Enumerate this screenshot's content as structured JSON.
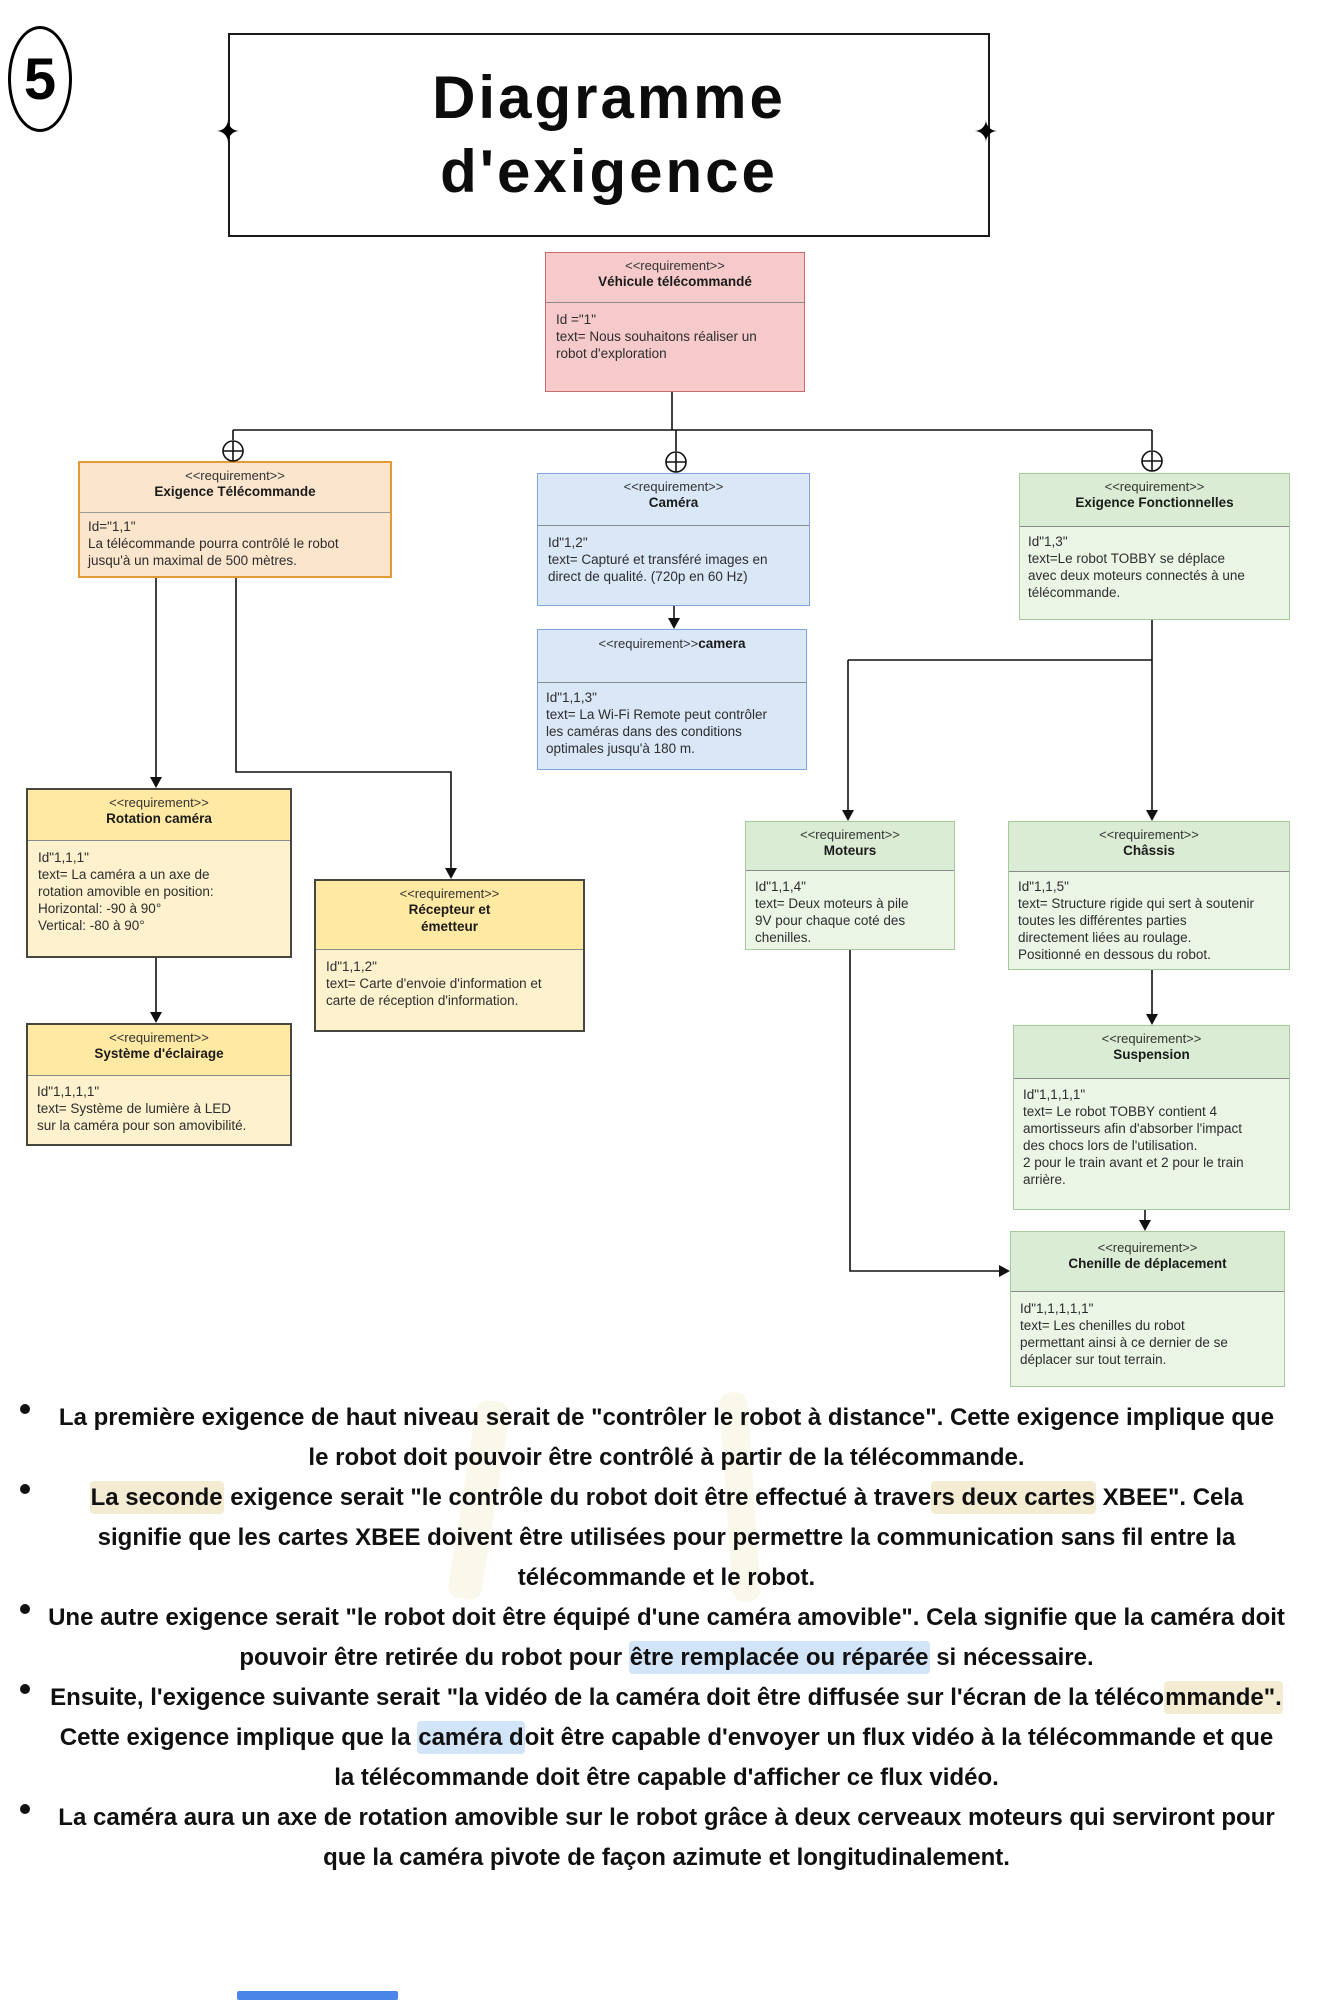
{
  "page": {
    "number_badge": "5",
    "title_line1": "Diagramme",
    "title_line2": "d'exigence"
  },
  "colors": {
    "pink_fill": "#f6caca",
    "pink_border": "#c96b6b",
    "orange_fill": "#fce5cd",
    "orange_border": "#e59a38",
    "blue_fill": "#d9e7f7",
    "blue_border": "#7ea6d8",
    "green_header_fill": "#daecd4",
    "green_body_fill": "#eaf5e6",
    "green_border": "#a6c99a",
    "yellow_header_fill": "#ffe9a3",
    "yellow_body_fill": "#fdf2cd",
    "yellow_border": "#474740",
    "highlight_cream": "#f3ecd2",
    "highlight_blue": "#d2e4f8",
    "blue_mark": "#4a86e8"
  },
  "nodes": {
    "vehicule": {
      "stereotype": "<<requirement>>",
      "name": "Véhicule télécommandé",
      "body": "Id =\"1\"\ntext= Nous souhaitons réaliser un\nrobot d'exploration"
    },
    "telecommande": {
      "stereotype": "<<requirement>>",
      "name": "Exigence Télécommande",
      "body": "Id=\"1,1\"\nLa télécommande pourra contrôlé le robot\njusqu'à un maximal de 500 mètres."
    },
    "camera1": {
      "stereotype": "<<requirement>>",
      "name": "Caméra",
      "body": "Id\"1,2\"\ntext= Capturé et transféré images en\ndirect de qualité. (720p en 60 Hz)"
    },
    "fonctionnelles": {
      "stereotype": "<<requirement>>",
      "name": "Exigence Fonctionnelles",
      "body": "Id\"1,3\"\ntext=Le robot TOBBY se déplace\navec deux moteurs connectés à une\ntélécommande."
    },
    "camera2": {
      "stereotype": "<<requirement>>",
      "name": "camera",
      "body": "Id\"1,1,3\"\ntext= La Wi-Fi Remote peut contrôler\nles caméras dans des conditions\noptimales jusqu'à 180 m."
    },
    "rotation": {
      "stereotype": "<<requirement>>",
      "name": "Rotation caméra",
      "body": "Id\"1,1,1\"\ntext= La caméra a un axe de\nrotation amovible en position:\nHorizontal: -90 à 90°\nVertical: -80 à 90°"
    },
    "recepteur": {
      "stereotype": "<<requirement>>",
      "name": "Récepteur et\német­teur",
      "body": "Id\"1,1,2\"\ntext= Carte d'envoie d'information et\ncarte de réception d'information."
    },
    "eclairage": {
      "stereotype": "<<requirement>>",
      "name": "Système d'éclairage",
      "body": "Id\"1,1,1,1\"\ntext= Système de lumière à LED\nsur la caméra pour son amovibilité."
    },
    "moteurs": {
      "stereotype": "<<requirement>>",
      "name": "Moteurs",
      "body": "Id\"1,1,4\"\ntext= Deux moteurs à pile\n9V pour chaque coté des\nchenilles."
    },
    "chassis": {
      "stereotype": "<<requirement>>",
      "name": "Châssis",
      "body": "Id\"1,1,5\"\ntext= Structure rigide qui sert à soutenir\ntoutes les différentes parties\ndirectement liées au roulage.\nPositionné en dessous du robot."
    },
    "suspension": {
      "stereotype": "<<requirement>>",
      "name": "Suspension",
      "body": "Id\"1,1,1,1\"\ntext= Le robot TOBBY contient 4\namortisseurs afin d'absorber l'impact\ndes chocs lors de l'utilisation.\n2 pour le train avant et 2 pour le train\narrière."
    },
    "chenille": {
      "stereotype": "<<requirement>>",
      "name": "Chenille de déplacement",
      "body": "Id\"1,1,1,1,1\"\ntext= Les chenilles du robot\npermettant ainsi à ce dernier de se\ndéplacer sur tout terrain."
    }
  },
  "bullets": [
    {
      "segments": [
        {
          "text": "La première exigence de haut niveau serait de \"contrôler le robot à distance\". Cette exigence implique que le robot doit pouvoir être contrôlé à partir de la télécommande.",
          "hl": "none"
        }
      ]
    },
    {
      "segments": [
        {
          "text": "La seconde",
          "hl": "cream"
        },
        {
          "text": " exigence serait \"le contrôle du robot doit être effectué à trave",
          "hl": "none"
        },
        {
          "text": "rs deux cartes",
          "hl": "cream"
        },
        {
          "text": " XBEE\". Cela signifie que les cartes XBEE doivent être utilisées pour permettre la communication sans fil entre la télécommande et le robot.",
          "hl": "none"
        }
      ]
    },
    {
      "segments": [
        {
          "text": "Une autre exigence serait \"le robot doit être équipé d'une caméra amovible\". Cela signifie que la caméra doit pouvoir être retirée du robot pour ",
          "hl": "none"
        },
        {
          "text": "être remplacée ou réparée",
          "hl": "blue"
        },
        {
          "text": " si nécessaire.",
          "hl": "none"
        }
      ]
    },
    {
      "segments": [
        {
          "text": "Ensuite, l'exigence suivante serait \"la vidéo de la caméra doit être diffusée sur l'écran de la téléco",
          "hl": "none"
        },
        {
          "text": "mmande\".",
          "hl": "cream"
        },
        {
          "text": " Cette exigence implique que la ",
          "hl": "none"
        },
        {
          "text": "caméra d",
          "hl": "blue"
        },
        {
          "text": "oit être capable d'envoyer un flux vidéo à la télécommande et que la télécommande doit être capable d'afficher ce flux vidéo.",
          "hl": "none"
        }
      ]
    },
    {
      "segments": [
        {
          "text": "La caméra aura un axe de rotation amovible sur le robot grâce à deux cerveaux moteurs qui serviront pour que la caméra pivote de façon azimute et longitudinalement.",
          "hl": "none"
        }
      ]
    }
  ]
}
